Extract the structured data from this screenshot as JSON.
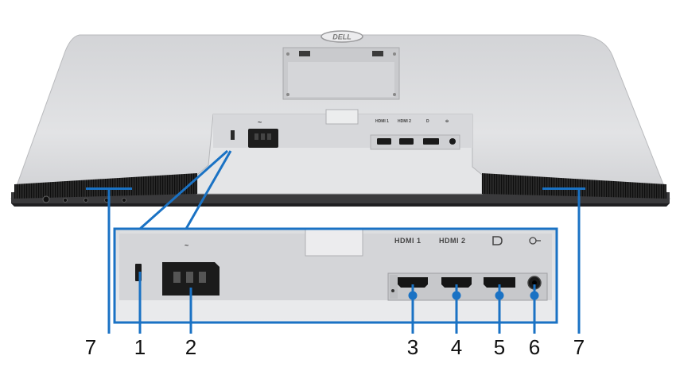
{
  "brand": {
    "logo_text": "DELL"
  },
  "colors": {
    "accent": "#1a72c4",
    "body": "#dcdde0",
    "panel": "#e6e7e9",
    "vent": "#1c1c1c"
  },
  "ports_zoom": {
    "power_symbol": "~",
    "hdmi1_label": "HDMI 1",
    "hdmi2_label": "HDMI 2",
    "dp_icon": "displayport-icon",
    "audio_icon": "headphone-icon"
  },
  "ports_small": {
    "power_symbol": "~",
    "hdmi1_label": "HDMI 1",
    "hdmi2_label": "HDMI 2"
  },
  "callouts": [
    {
      "num": "7",
      "target": "bottom-vent-left"
    },
    {
      "num": "1",
      "target": "security-lock-slot"
    },
    {
      "num": "2",
      "target": "power-connector"
    },
    {
      "num": "3",
      "target": "hdmi-1-port"
    },
    {
      "num": "4",
      "target": "hdmi-2-port"
    },
    {
      "num": "5",
      "target": "displayport"
    },
    {
      "num": "6",
      "target": "audio-line-out"
    },
    {
      "num": "7",
      "target": "bottom-vent-right"
    }
  ]
}
